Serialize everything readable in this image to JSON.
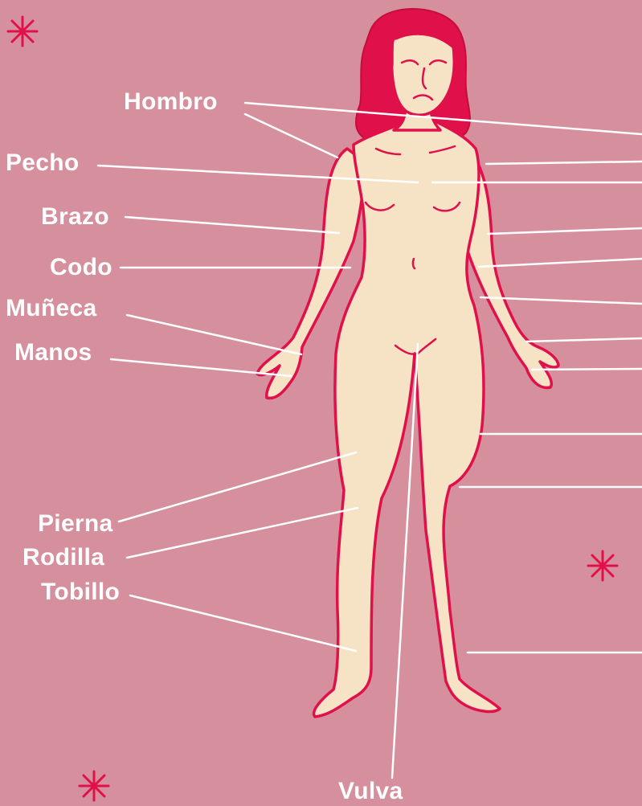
{
  "labels": {
    "hombro": "Hombro",
    "pecho": "Pecho",
    "brazo": "Brazo",
    "codo": "Codo",
    "muneca": "Muñeca",
    "manos": "Manos",
    "pierna": "Pierna",
    "rodilla": "Rodilla",
    "tobillo": "Tobillo",
    "vulva": "Vulva"
  },
  "colors": {
    "background": "#d68f9c",
    "skin": "#f6e3c6",
    "outline": "#e0114a",
    "hair": "#e0114a",
    "leader_lines": "#ffffff",
    "sparkle": "#e0114a"
  },
  "decorations": [
    "sparkle-icon",
    "sparkle-icon",
    "sparkle-icon"
  ]
}
